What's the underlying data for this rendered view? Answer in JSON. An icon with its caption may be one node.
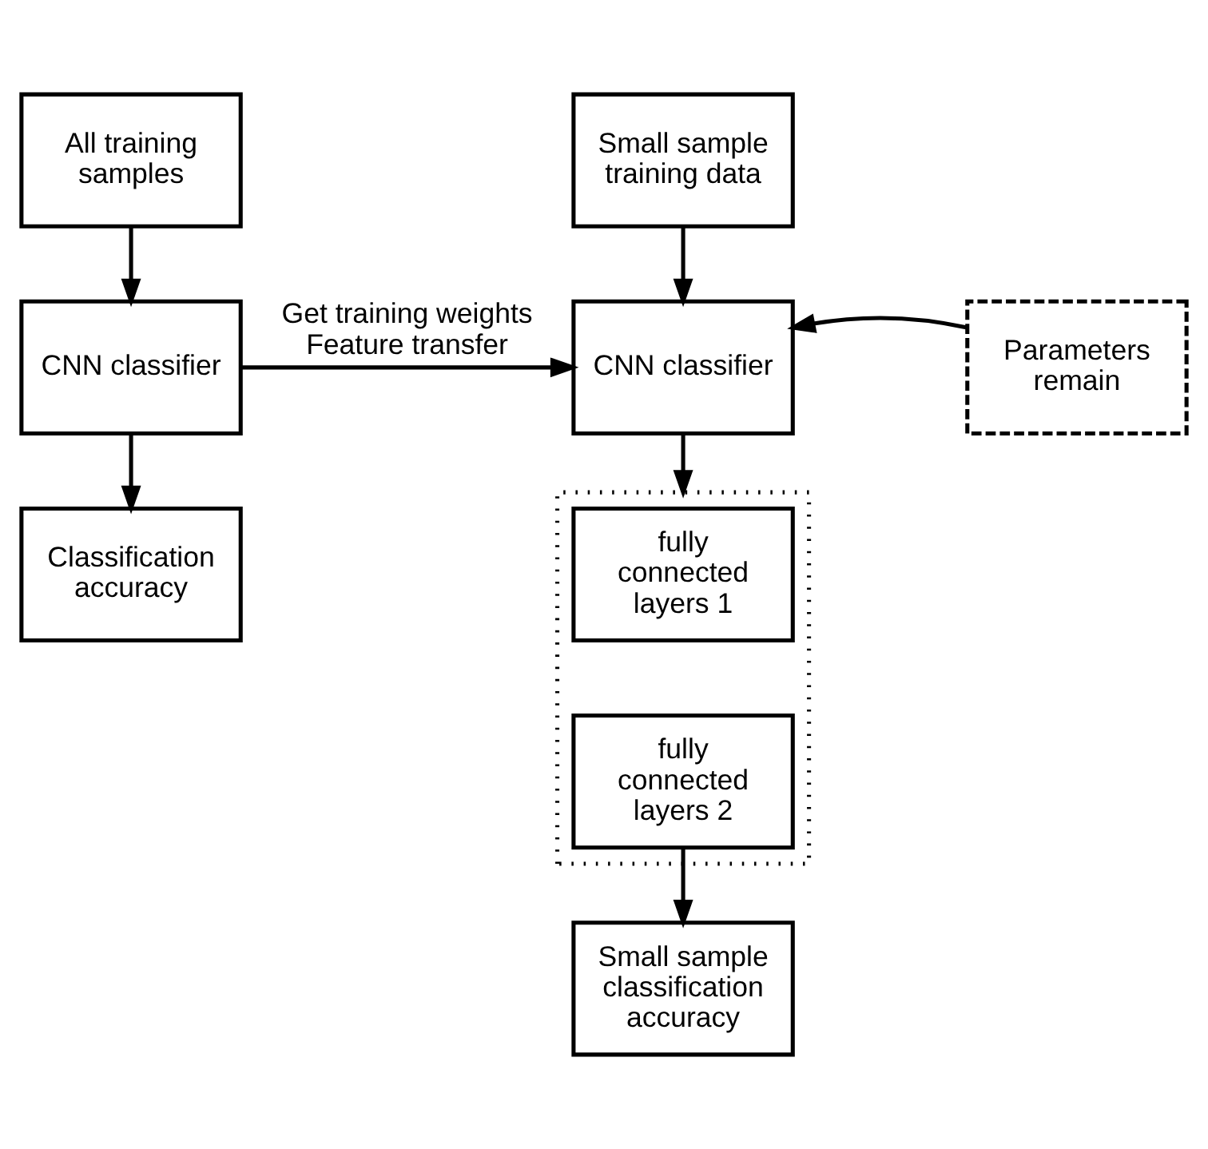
{
  "diagram": {
    "nodes": [
      {
        "text": [
          "All training samples"
        ]
      },
      {
        "text": [
          "CNN classifier"
        ]
      },
      {
        "text": [
          "Classification accuracy"
        ]
      },
      {
        "text": [
          "Small sample training data"
        ]
      },
      {
        "text": [
          "CNN classifier"
        ]
      },
      {
        "text": [
          "Parameters remain"
        ]
      },
      {
        "text": [],
        "shape": "box"
      },
      {
        "text": [
          "fully connected layers 1"
        ],
        "in": 6
      },
      {
        "text": [
          "fully connected layers 2"
        ],
        "in": 6
      },
      {
        "text": [
          "Small sample classification accuracy"
        ]
      }
    ],
    "edges": [
      {
        "from": 0,
        "to": 1,
        "arrow": "to"
      },
      {
        "from": 1,
        "to": 2,
        "arrow": "to"
      },
      {
        "from": 1,
        "to": 4,
        "arrow": "to",
        "label": "Get training weights Feature transfer"
      },
      {
        "from": 3,
        "to": 4,
        "arrow": "to"
      },
      {
        "from": 5,
        "to": 4,
        "arrow": "to"
      },
      {
        "from": 4,
        "to": 6,
        "arrow": "to"
      },
      {
        "from": 8,
        "to": 9,
        "arrow": "to"
      }
    ]
  }
}
